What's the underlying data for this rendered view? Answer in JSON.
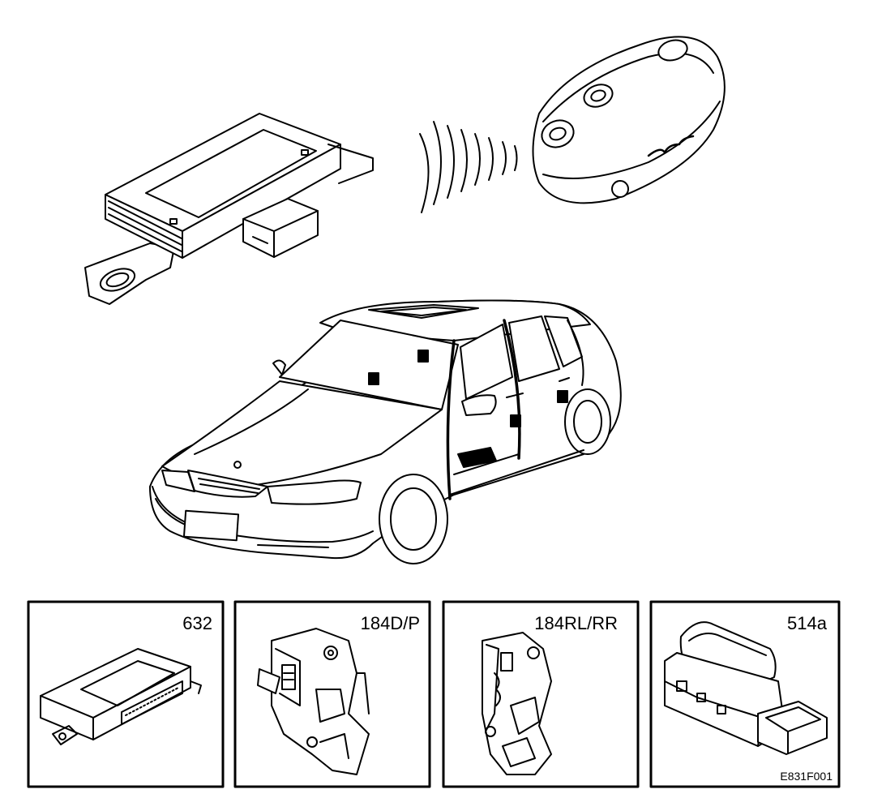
{
  "panels": [
    {
      "id": "module",
      "label": "632"
    },
    {
      "id": "front-lock",
      "label": "184D/P"
    },
    {
      "id": "rear-lock",
      "label": "184RL/RR"
    },
    {
      "id": "switch",
      "label": "514a"
    }
  ],
  "figure_code": "E831F001",
  "colors": {
    "ink": "#000000",
    "paper": "#ffffff"
  }
}
